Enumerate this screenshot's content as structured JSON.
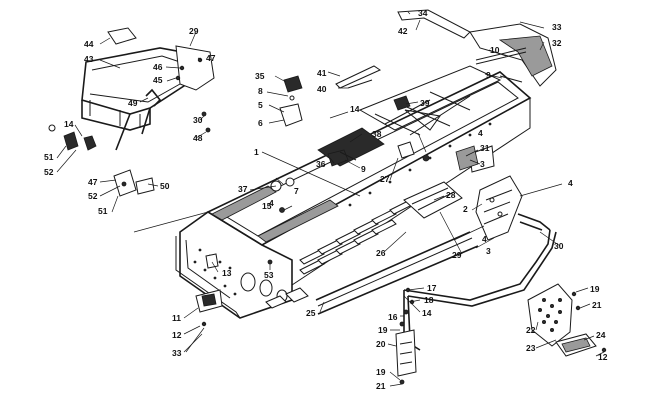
{
  "callouts": [
    {
      "id": "c1",
      "text": "1"
    },
    {
      "id": "c2",
      "text": "2"
    },
    {
      "id": "c3a",
      "text": "3"
    },
    {
      "id": "c3b",
      "text": "3"
    },
    {
      "id": "c4a",
      "text": "4"
    },
    {
      "id": "c4b",
      "text": "4"
    },
    {
      "id": "c4c",
      "text": "4"
    },
    {
      "id": "c4d",
      "text": "4"
    },
    {
      "id": "c5",
      "text": "5"
    },
    {
      "id": "c6",
      "text": "6"
    },
    {
      "id": "c7",
      "text": "7"
    },
    {
      "id": "c8",
      "text": "8"
    },
    {
      "id": "c9a",
      "text": "9"
    },
    {
      "id": "c9b",
      "text": "9"
    },
    {
      "id": "c10",
      "text": "10"
    },
    {
      "id": "c11",
      "text": "11"
    },
    {
      "id": "c12a",
      "text": "12"
    },
    {
      "id": "c12b",
      "text": "12"
    },
    {
      "id": "c13",
      "text": "13"
    },
    {
      "id": "c14a",
      "text": "14"
    },
    {
      "id": "c14b",
      "text": "14"
    },
    {
      "id": "c14c",
      "text": "14"
    },
    {
      "id": "c15",
      "text": "15"
    },
    {
      "id": "c16",
      "text": "16"
    },
    {
      "id": "c17",
      "text": "17"
    },
    {
      "id": "c18",
      "text": "18"
    },
    {
      "id": "c19a",
      "text": "19"
    },
    {
      "id": "c19b",
      "text": "19"
    },
    {
      "id": "c19c",
      "text": "19"
    },
    {
      "id": "c20",
      "text": "20"
    },
    {
      "id": "c21a",
      "text": "21"
    },
    {
      "id": "c21b",
      "text": "21"
    },
    {
      "id": "c22",
      "text": "22"
    },
    {
      "id": "c23",
      "text": "23"
    },
    {
      "id": "c24",
      "text": "24"
    },
    {
      "id": "c25",
      "text": "25"
    },
    {
      "id": "c26",
      "text": "26"
    },
    {
      "id": "c27",
      "text": "27"
    },
    {
      "id": "c28",
      "text": "28"
    },
    {
      "id": "c29a",
      "text": "29"
    },
    {
      "id": "c29b",
      "text": "29"
    },
    {
      "id": "c30a",
      "text": "30"
    },
    {
      "id": "c30b",
      "text": "30"
    },
    {
      "id": "c31",
      "text": "31"
    },
    {
      "id": "c32",
      "text": "32"
    },
    {
      "id": "c33a",
      "text": "33"
    },
    {
      "id": "c33b",
      "text": "33"
    },
    {
      "id": "c34",
      "text": "34"
    },
    {
      "id": "c35",
      "text": "35"
    },
    {
      "id": "c36",
      "text": "36"
    },
    {
      "id": "c37",
      "text": "37"
    },
    {
      "id": "c38",
      "text": "38"
    },
    {
      "id": "c39",
      "text": "39"
    },
    {
      "id": "c40",
      "text": "40"
    },
    {
      "id": "c41",
      "text": "41"
    },
    {
      "id": "c42",
      "text": "42"
    },
    {
      "id": "c43",
      "text": "43"
    },
    {
      "id": "c44",
      "text": "44"
    },
    {
      "id": "c45",
      "text": "45"
    },
    {
      "id": "c46",
      "text": "46"
    },
    {
      "id": "c47a",
      "text": "47"
    },
    {
      "id": "c47b",
      "text": "47"
    },
    {
      "id": "c48",
      "text": "48"
    },
    {
      "id": "c49",
      "text": "49"
    },
    {
      "id": "c50",
      "text": "50"
    },
    {
      "id": "c51a",
      "text": "51"
    },
    {
      "id": "c51b",
      "text": "51"
    },
    {
      "id": "c52a",
      "text": "52"
    },
    {
      "id": "c52b",
      "text": "52"
    },
    {
      "id": "c53",
      "text": "53"
    }
  ]
}
